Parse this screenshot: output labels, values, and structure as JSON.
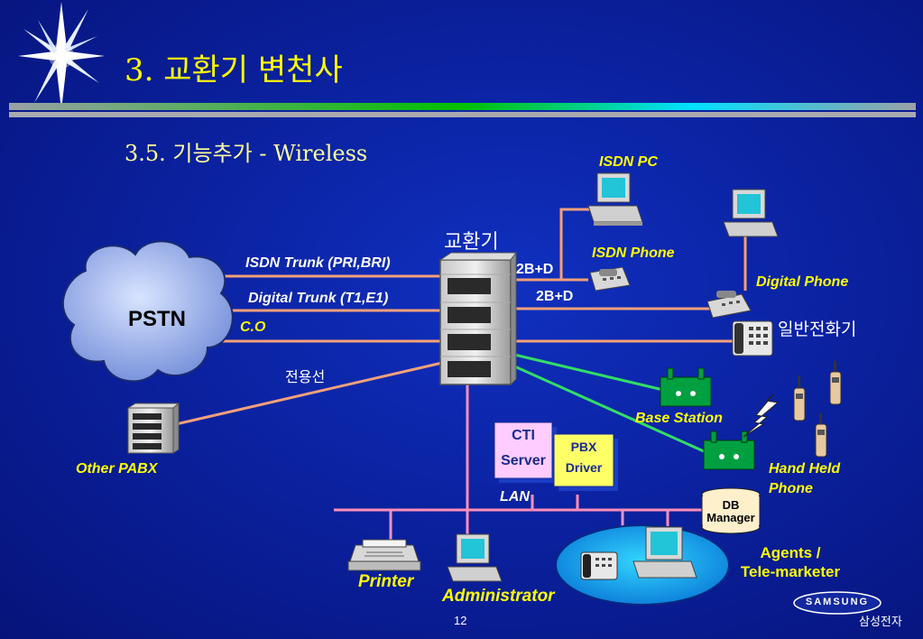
{
  "header": {
    "title": "3. 교환기 변천사",
    "subtitle": "3.5. 기능추가 - Wireless"
  },
  "nodes": {
    "center": "교환기",
    "pstn": "PSTN",
    "isdn_pc": "ISDN PC",
    "isdn_phone": "ISDN Phone",
    "digital_phone": "Digital Phone",
    "analog_phone": "일반전화기",
    "base_station": "Base Station",
    "hand_held_1": "Hand Held",
    "hand_held_2": "Phone",
    "other_pabx": "Other PABX",
    "cti_1": "CTI",
    "cti_2": "Server",
    "pbx_1": "PBX",
    "pbx_2": "Driver",
    "db_1": "DB",
    "db_2": "Manager",
    "agents_1": "Agents /",
    "agents_2": "Tele-marketer",
    "printer": "Printer",
    "administrator": "Administrator"
  },
  "links": {
    "isdn_trunk": "ISDN Trunk (PRI,BRI)",
    "digital_trunk": "Digital Trunk (T1,E1)",
    "co": "C.O",
    "leased": "전용선",
    "twoBD_1": "2B+D",
    "twoBD_2": "2B+D",
    "lan": "LAN"
  },
  "footer": {
    "page": "12",
    "logo": "SAMSUNG",
    "company": "삼성전자"
  },
  "colors": {
    "background": "#0a1f9a",
    "title": "#ffff00",
    "line_salmon": "#f4a07a",
    "line_pink": "#ff8fb8",
    "line_green": "#33dd66"
  }
}
